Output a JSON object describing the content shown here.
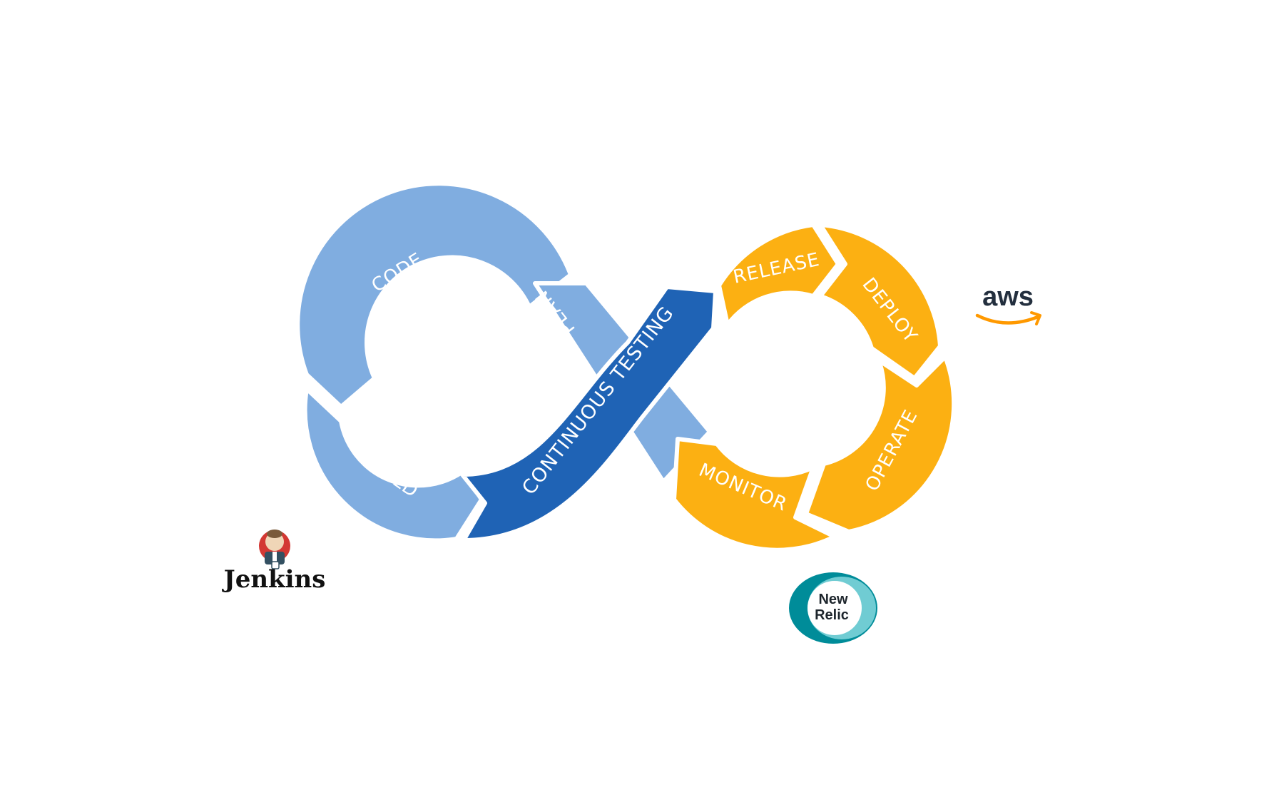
{
  "diagram": {
    "stages": {
      "code": "CODE",
      "plan": "PLAN",
      "build": "BUILD",
      "continuous_testing": "CONTINUOUS TESTING",
      "release": "RELEASE",
      "deploy": "DEPLOY",
      "operate": "OPERATE",
      "monitor": "MONITOR"
    },
    "colors": {
      "dev_light": "#80ade0",
      "testing": "#1f63b5",
      "ops": "#fcb012",
      "background": "#ffffff"
    }
  },
  "logos": {
    "jenkins": {
      "label": "Jenkins",
      "icon": "jenkins-butler-icon"
    },
    "aws": {
      "label": "aws",
      "icon": "aws-smile-arrow-icon"
    },
    "new_relic": {
      "line1": "New",
      "line2": "Relic",
      "icon": "new-relic-ring-icon"
    }
  }
}
